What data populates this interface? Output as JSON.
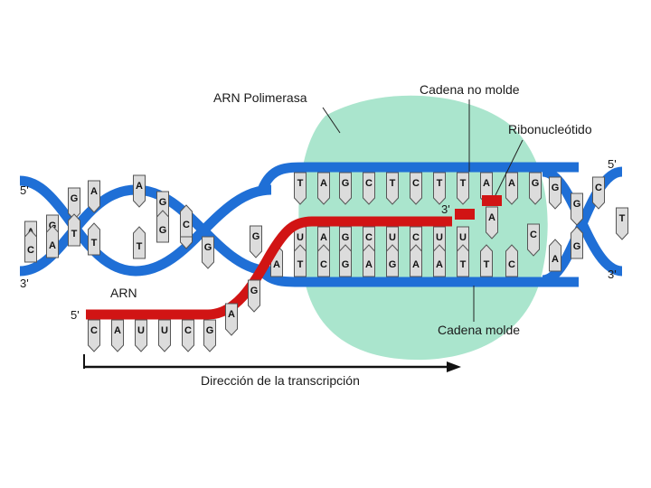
{
  "labels": {
    "polymerase": "ARN Polimerasa",
    "non_template": "Cadena no molde",
    "ribonucleotide": "Ribonucleótido",
    "template": "Cadena molde",
    "rna": "ARN",
    "direction": "Dirección de la transcripción"
  },
  "ends": {
    "left_top": "5'",
    "left_bottom": "3'",
    "right_top": "5'",
    "right_bottom": "3'",
    "rna_start": "5'",
    "rna_end": "3'"
  },
  "bubble": {
    "non_template_bases": [
      "T",
      "A",
      "G",
      "C",
      "T",
      "C",
      "T",
      "T",
      "A",
      "A",
      "G"
    ],
    "rna_bases": [
      "U",
      "A",
      "G",
      "C",
      "U",
      "C",
      "U",
      "U"
    ],
    "template_bases": [
      "A",
      "T",
      "C",
      "G",
      "A",
      "G",
      "A",
      "A",
      "T",
      "T",
      "C"
    ],
    "incoming_nucleotide": "A",
    "free_base": "C"
  },
  "rna_tail": {
    "bases": [
      "C",
      "A",
      "U",
      "U",
      "C",
      "G"
    ],
    "ramp_bases": [
      "A",
      "G",
      "G"
    ]
  },
  "helix_bases": {
    "left": [
      "A",
      "G",
      "G",
      "A",
      "C",
      "A",
      "T",
      "T",
      "A",
      "G",
      "C",
      "G",
      "T",
      "G",
      "C"
    ],
    "right": [
      "G",
      "G",
      "C",
      "A",
      "G",
      "T"
    ]
  },
  "colors": {
    "backbone": "#1f6fd6",
    "rna": "#d11414",
    "polymerase": "#9be0c4",
    "base_fill": "#dcdcdc",
    "base_stroke": "#555555"
  }
}
